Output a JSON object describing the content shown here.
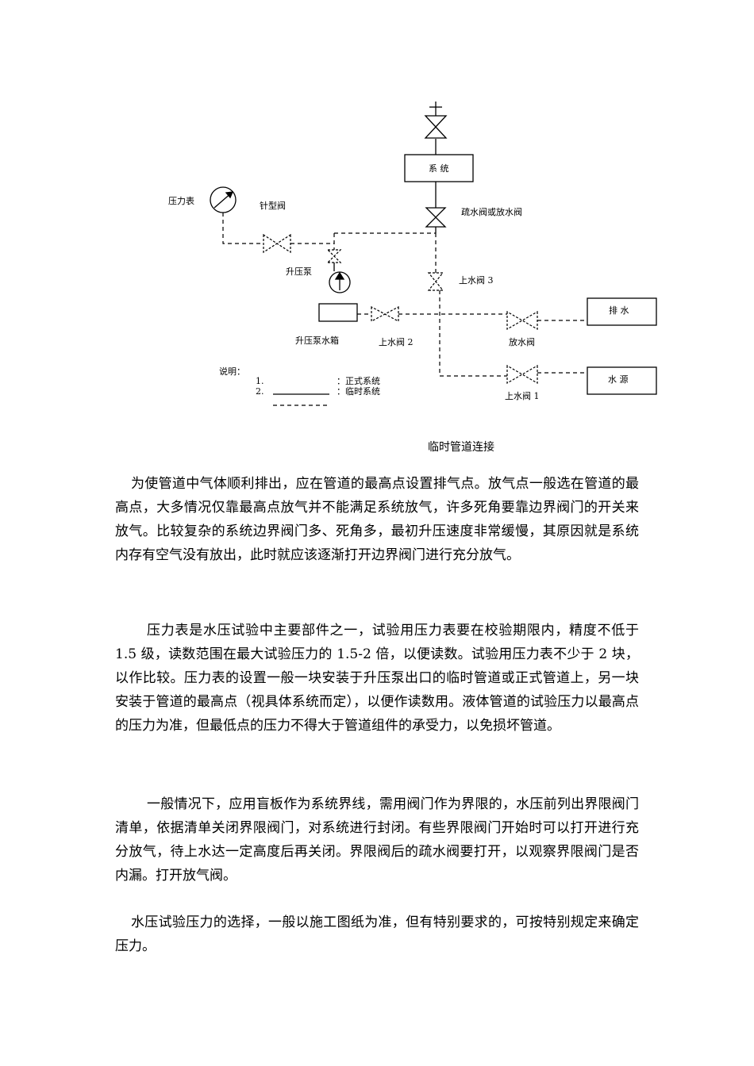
{
  "diagram": {
    "labels": {
      "pressure_gauge": "压力表",
      "needle_valve": "针型阀",
      "booster_pump": "升压泵",
      "pump_tank": "升压泵水箱",
      "system": "系 统",
      "drain_valve": "疏水阀或放水阀",
      "fill_valve_3": "上水阀 3",
      "fill_valve_2": "上水阀 2",
      "discharge_valve": "放水阀",
      "drainage": "排 水",
      "fill_valve_1": "上水阀 1",
      "water_source": "水 源"
    },
    "legend": {
      "title": "说明：",
      "item1_num": "1.",
      "item2_num": "2.",
      "item1_text": "：正式系统",
      "item2_text": "：临时系统"
    }
  },
  "caption": "临时管道连接",
  "paragraphs": [
    "为使管道中气体顺利排出，应在管道的最高点设置排气点。放气点一般选在管道的最高点，大多情况仅靠最高点放气并不能满足系统放气，许多死角要靠边界阀门的开关来放气。比较复杂的系统边界阀门多、死角多，最初升压速度非常缓慢，其原因就是系统内存有空气没有放出，此时就应该逐渐打开边界阀门进行充分放气。",
    "压力表是水压试验中主要部件之一，试验用压力表要在校验期限内，精度不低于 1.5 级，读数范围在最大试验压力的 1.5-2 倍，以便读数。试验用压力表不少于 2 块，以作比较。压力表的设置一般一块安装于升压泵出口的临时管道或正式管道上，另一块安装于管道的最高点（视具体系统而定），以便作读数用。液体管道的试验压力以最高点的压力为准，但最低点的压力不得大于管道组件的承受力，以免损坏管道。",
    "一般情况下，应用盲板作为系统界线，需用阀门作为界限的，水压前列出界限阀门清单，依据清单关闭界限阀门，对系统进行封闭。有些界限阀门开始时可以打开进行充分放气，待上水达一定高度后再关闭。界限阀后的疏水阀要打开，以观察界限阀门是否内漏。打开放气阀。",
    "水压试验压力的选择，一般以施工图纸为准，但有特别要求的，可按特别规定来确定压力。"
  ]
}
